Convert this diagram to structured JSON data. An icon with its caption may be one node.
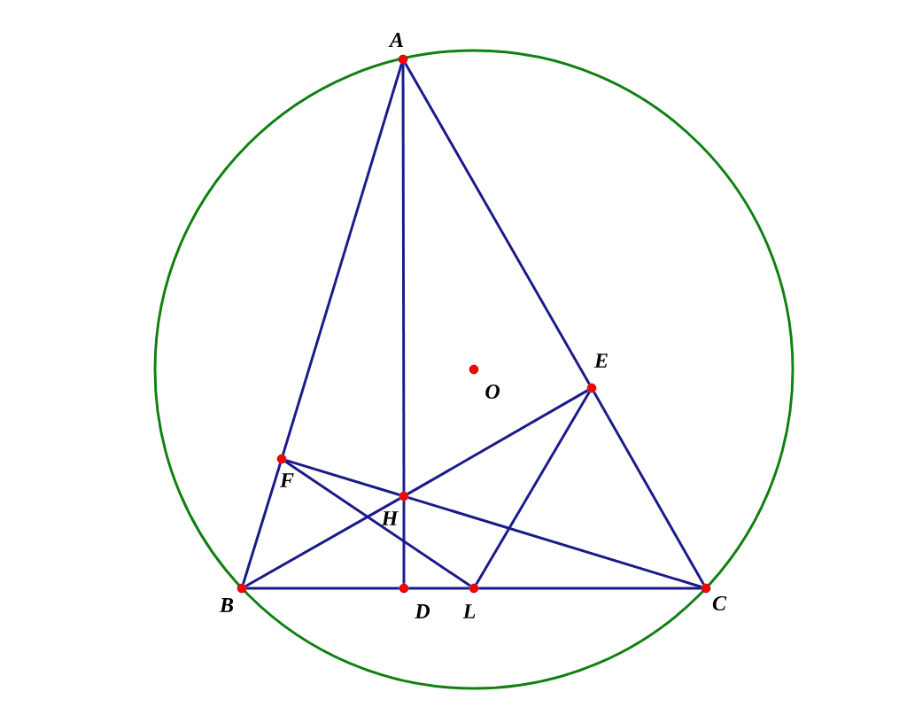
{
  "diagram": {
    "nodes": [
      {
        "text": [
          "A"
        ]
      },
      {
        "text": [
          "B"
        ]
      },
      {
        "text": [
          "C"
        ]
      },
      {
        "text": [
          "D"
        ]
      },
      {
        "text": [
          "E"
        ]
      },
      {
        "text": [
          "F"
        ]
      },
      {
        "text": [
          "H"
        ]
      },
      {
        "text": [
          "L"
        ]
      },
      {
        "text": [
          "O"
        ]
      }
    ],
    "edges": [
      {
        "from": 0,
        "to": 5,
        "arrow": "none"
      },
      {
        "from": 5,
        "to": 1,
        "arrow": "none"
      },
      {
        "from": 0,
        "to": 6,
        "arrow": "none"
      },
      {
        "from": 6,
        "to": 3,
        "arrow": "none"
      },
      {
        "from": 0,
        "to": 4,
        "arrow": "none"
      },
      {
        "from": 4,
        "to": 2,
        "arrow": "none"
      },
      {
        "from": 1,
        "to": 3,
        "arrow": "none"
      },
      {
        "from": 3,
        "to": 7,
        "arrow": "none"
      },
      {
        "from": 7,
        "to": 2,
        "arrow": "none"
      },
      {
        "from": 1,
        "to": 6,
        "arrow": "none"
      },
      {
        "from": 6,
        "to": 4,
        "arrow": "none"
      },
      {
        "from": 5,
        "to": 6,
        "arrow": "none"
      },
      {
        "from": 6,
        "to": 2,
        "arrow": "none"
      },
      {
        "from": 5,
        "to": 7,
        "arrow": "none"
      },
      {
        "from": 4,
        "to": 7,
        "arrow": "none"
      }
    ]
  }
}
